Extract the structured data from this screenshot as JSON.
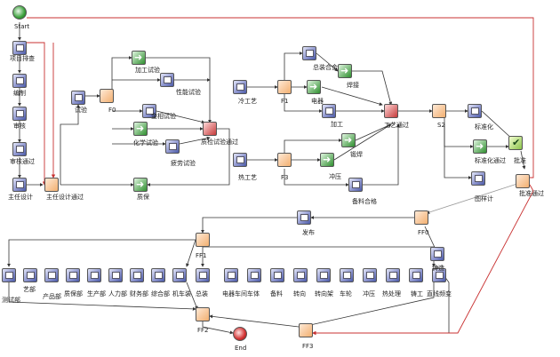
{
  "diagram": {
    "nodes": [
      {
        "id": "start",
        "label": "Start",
        "kind": "start"
      },
      {
        "id": "proj_init",
        "label": "项目排查",
        "kind": "task"
      },
      {
        "id": "edit",
        "label": "编制",
        "kind": "task"
      },
      {
        "id": "review",
        "label": "审核",
        "kind": "task"
      },
      {
        "id": "review_pass",
        "label": "审核通过",
        "kind": "task"
      },
      {
        "id": "design",
        "label": "主任设计",
        "kind": "task"
      },
      {
        "id": "design_pass",
        "label": "主任设计通过",
        "kind": "join"
      },
      {
        "id": "test",
        "label": "试验",
        "kind": "task"
      },
      {
        "id": "f0",
        "label": "F0",
        "kind": "join"
      },
      {
        "id": "proc_test",
        "label": "加工试验",
        "kind": "form"
      },
      {
        "id": "perf_test",
        "label": "性能试验",
        "kind": "task"
      },
      {
        "id": "metal_test",
        "label": "金相试验",
        "kind": "task"
      },
      {
        "id": "chem_test",
        "label": "化学试验",
        "kind": "form"
      },
      {
        "id": "fatigue_test",
        "label": "疲劳试验",
        "kind": "task"
      },
      {
        "id": "test_pass",
        "label": "质检试验通过",
        "kind": "split"
      },
      {
        "id": "quality",
        "label": "质保",
        "kind": "form"
      },
      {
        "id": "cold",
        "label": "冷工艺",
        "kind": "task"
      },
      {
        "id": "f1",
        "label": "F1",
        "kind": "join"
      },
      {
        "id": "casting",
        "label": "总装合金",
        "kind": "task"
      },
      {
        "id": "weld",
        "label": "焊接",
        "kind": "form"
      },
      {
        "id": "electro",
        "label": "电器",
        "kind": "form"
      },
      {
        "id": "machining",
        "label": "加工",
        "kind": "task"
      },
      {
        "id": "craft_pass",
        "label": "工艺通过",
        "kind": "split"
      },
      {
        "id": "s2",
        "label": "S2",
        "kind": "join"
      },
      {
        "id": "standard",
        "label": "标准化",
        "kind": "task"
      },
      {
        "id": "std_pass",
        "label": "标准化通过",
        "kind": "form"
      },
      {
        "id": "approve",
        "label": "批准",
        "kind": "approve"
      },
      {
        "id": "approve_pass",
        "label": "批准通过",
        "kind": "join"
      },
      {
        "id": "drawing",
        "label": "图样计",
        "kind": "task"
      },
      {
        "id": "heat",
        "label": "热工艺",
        "kind": "task"
      },
      {
        "id": "f3",
        "label": "F3",
        "kind": "join"
      },
      {
        "id": "forging",
        "label": "锻焊",
        "kind": "form"
      },
      {
        "id": "press",
        "label": "冲压",
        "kind": "form"
      },
      {
        "id": "material",
        "label": "备料合格",
        "kind": "task"
      },
      {
        "id": "ff0",
        "label": "FF0",
        "kind": "join"
      },
      {
        "id": "release",
        "label": "发布",
        "kind": "task"
      },
      {
        "id": "ff1",
        "label": "FF1",
        "kind": "join"
      },
      {
        "id": "dept_test",
        "label": "测试部",
        "kind": "task"
      },
      {
        "id": "dept_art",
        "label": "艺部",
        "kind": "task"
      },
      {
        "id": "dept_prod",
        "label": "产品部",
        "kind": "task"
      },
      {
        "id": "dept_qc",
        "label": "质保部",
        "kind": "task"
      },
      {
        "id": "dept_mfg",
        "label": "生产部",
        "kind": "task"
      },
      {
        "id": "dept_hr",
        "label": "人力部",
        "kind": "task"
      },
      {
        "id": "dept_fin",
        "label": "财务部",
        "kind": "task"
      },
      {
        "id": "dept_mgmt",
        "label": "综合部",
        "kind": "task"
      },
      {
        "id": "dept_car",
        "label": "机车装",
        "kind": "task"
      },
      {
        "id": "gen",
        "label": "总装",
        "kind": "task"
      },
      {
        "id": "motor",
        "label": "电器车间",
        "kind": "task"
      },
      {
        "id": "stand",
        "label": "车体",
        "kind": "task"
      },
      {
        "id": "spare",
        "label": "备料",
        "kind": "task"
      },
      {
        "id": "bogie",
        "label": "转向",
        "kind": "task"
      },
      {
        "id": "frame",
        "label": "转向架",
        "kind": "task"
      },
      {
        "id": "wheel",
        "label": "车轮",
        "kind": "task"
      },
      {
        "id": "axle",
        "label": "冲压",
        "kind": "task"
      },
      {
        "id": "heat2",
        "label": "热处理",
        "kind": "task"
      },
      {
        "id": "assy",
        "label": "铸工",
        "kind": "task"
      },
      {
        "id": "final_check",
        "label": "直线频变",
        "kind": "task"
      },
      {
        "id": "loop",
        "label": "铸造",
        "kind": "task"
      },
      {
        "id": "ff2",
        "label": "FF2",
        "kind": "join"
      },
      {
        "id": "ff3",
        "label": "FF3",
        "kind": "join"
      },
      {
        "id": "end",
        "label": "End",
        "kind": "end"
      }
    ]
  }
}
